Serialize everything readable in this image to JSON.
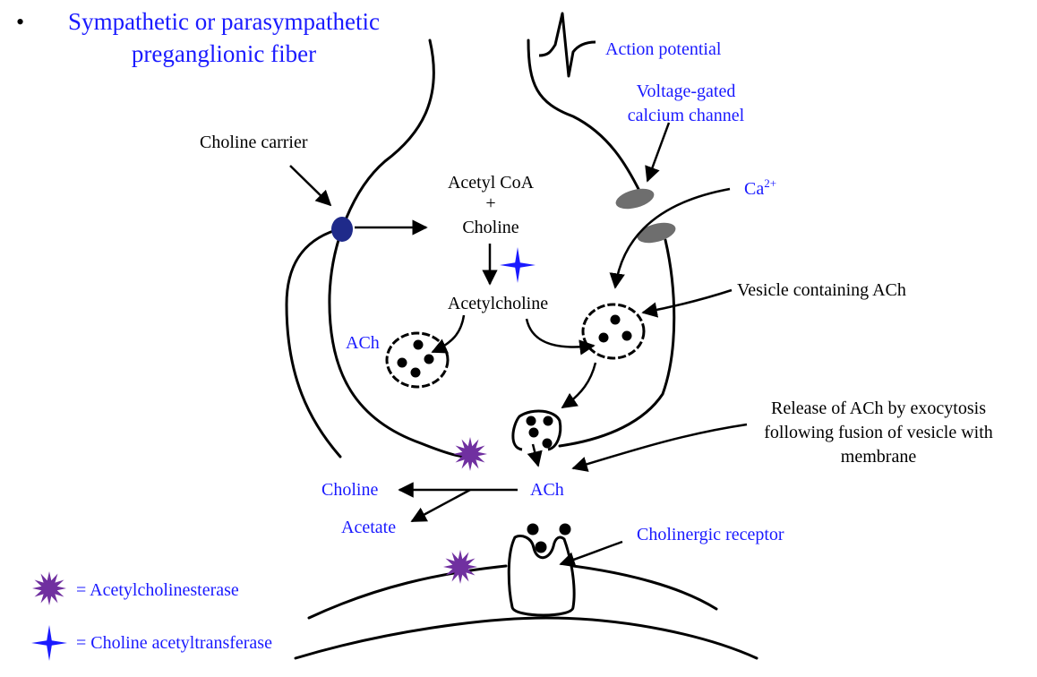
{
  "header": {
    "bullet": "•",
    "title_line1": "Sympathetic or parasympathetic",
    "title_line2": "preganglionic fiber"
  },
  "labels": {
    "action_potential": "Action potential",
    "vgcc_line1": "Voltage-gated",
    "vgcc_line2": "calcium channel",
    "ca_base": "Ca",
    "ca_sup": "2+",
    "choline_carrier": "Choline carrier",
    "acetyl_coa": "Acetyl CoA",
    "plus": "+",
    "choline_top": "Choline",
    "acetylcholine": "Acetylcholine",
    "ach_left": "ACh",
    "vesicle_containing": "Vesicle containing ACh",
    "release_line1": "Release of ACh by exocytosis",
    "release_line2": "following fusion of vesicle with",
    "release_line3": "membrane",
    "choline_bottom": "Choline",
    "ach_bottom": "ACh",
    "acetate": "Acetate",
    "cholinergic_receptor": "Cholinergic receptor"
  },
  "legend": [
    {
      "symbol": "purple-star",
      "text": "= Acetylcholinesterase"
    },
    {
      "symbol": "blue-star",
      "text": "= Choline acetyltransferase"
    }
  ],
  "colors": {
    "blue_text": "#1a1aff",
    "black_text": "#000000",
    "enzyme_purple": "#7030a0",
    "enzyme_blue": "#1a1aff",
    "carrier_navy": "#1f2a8a",
    "channel_gray": "#6e6e6e"
  }
}
